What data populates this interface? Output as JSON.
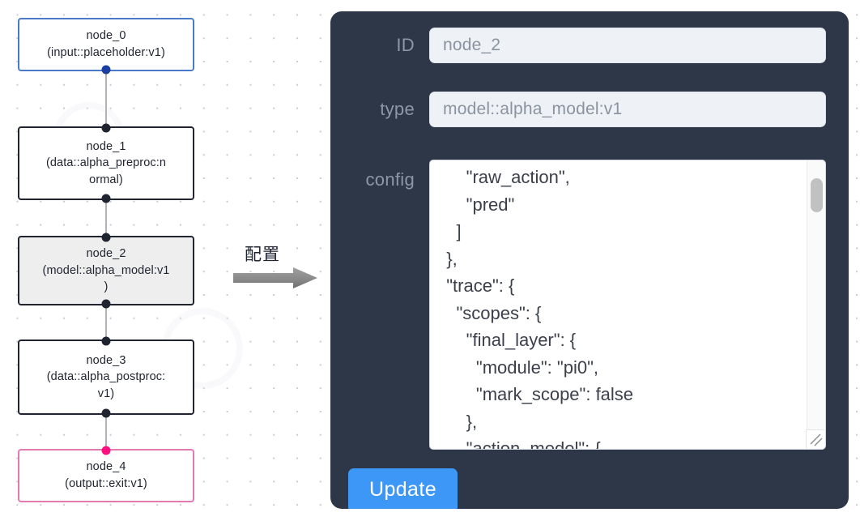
{
  "graph": {
    "nodes": [
      {
        "id": "node_0",
        "lines": [
          "node_0",
          "(input::placeholder:v1)"
        ],
        "accent": "blue",
        "selected": false
      },
      {
        "id": "node_1",
        "lines": [
          "node_1",
          "(data::alpha_preproc:n",
          "ormal)"
        ],
        "accent": "dark",
        "selected": false
      },
      {
        "id": "node_2",
        "lines": [
          "node_2",
          "(model::alpha_model:v1",
          ")"
        ],
        "accent": "dark",
        "selected": true
      },
      {
        "id": "node_3",
        "lines": [
          "node_3",
          "(data::alpha_postproc:",
          "v1)"
        ],
        "accent": "dark",
        "selected": false
      },
      {
        "id": "node_4",
        "lines": [
          "node_4",
          "(output::exit:v1)"
        ],
        "accent": "pink",
        "selected": false
      }
    ],
    "edges": [
      "node_0 -> node_1",
      "node_1 -> node_2",
      "node_2 -> node_3",
      "node_3 -> node_4"
    ]
  },
  "annotation": {
    "label": "配置",
    "arrow_icon": "right-arrow-icon"
  },
  "panel": {
    "fields": [
      {
        "label": "ID",
        "value": "node_2"
      },
      {
        "label": "type",
        "value": "model::alpha_model:v1"
      }
    ],
    "config": {
      "label": "config",
      "value": "      \"raw_action\",\n      \"pred\"\n    ]\n  },\n  \"trace\": {\n    \"scopes\": {\n      \"final_layer\": {\n        \"module\": \"pi0\",\n        \"mark_scope\": false\n      },\n      \"action_model\": {",
      "scrollbar": "vertical-scrollbar",
      "resize_handle": "resize-grip-icon"
    },
    "update_label": "Update"
  },
  "colors": {
    "panel_bg": "#2d3748",
    "accent_blue": "#4a7bc8",
    "accent_pink": "#e07ab0",
    "handle_blue": "#1b3fa0",
    "handle_pink": "#ff1080",
    "button_blue": "#3d97f7",
    "node_selected_bg": "#eeeeee"
  }
}
